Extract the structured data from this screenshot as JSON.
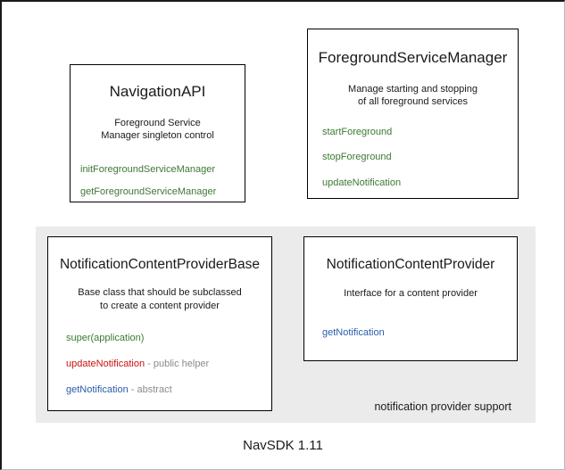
{
  "diagram": {
    "footer_caption": "NavSDK 1.11",
    "colors": {
      "method_green": "#3c7a33",
      "method_red": "#cc1111",
      "method_blue": "#2a5caa",
      "note_gray": "#8a8a8a",
      "panel_background": "#ebebeb",
      "box_border": "#000000",
      "text": "#1a1a1a"
    },
    "boxes": {
      "navigation_api": {
        "title": "NavigationAPI",
        "description_lines": [
          "Foreground Service",
          "Manager singleton control"
        ],
        "members": [
          {
            "name": "initForegroundServiceManager",
            "color": "green",
            "note": ""
          },
          {
            "name": "getForegroundServiceManager",
            "color": "green",
            "note": ""
          }
        ]
      },
      "foreground_service_manager": {
        "title": "ForegroundServiceManager",
        "description_lines": [
          "Manage starting and stopping",
          "of all foreground services"
        ],
        "members": [
          {
            "name": "startForeground",
            "color": "green",
            "note": ""
          },
          {
            "name": "stopForeground",
            "color": "green",
            "note": ""
          },
          {
            "name": "updateNotification",
            "color": "green",
            "note": ""
          }
        ]
      },
      "notification_content_provider_base": {
        "title": "NotificationContentProviderBase",
        "description_lines": [
          "Base class that should be subclassed",
          "to create a content provider"
        ],
        "members": [
          {
            "name": "super(application)",
            "color": "green",
            "note": ""
          },
          {
            "name": "updateNotification",
            "color": "red",
            "note": " - public helper"
          },
          {
            "name": "getNotification",
            "color": "blue",
            "note": " - abstract"
          }
        ]
      },
      "notification_content_provider": {
        "title": "NotificationContentProvider",
        "description_lines": [
          "Interface for a content provider"
        ],
        "members": [
          {
            "name": "getNotification",
            "color": "blue",
            "note": ""
          }
        ]
      }
    },
    "provider_panel": {
      "caption": "notification provider support"
    }
  }
}
